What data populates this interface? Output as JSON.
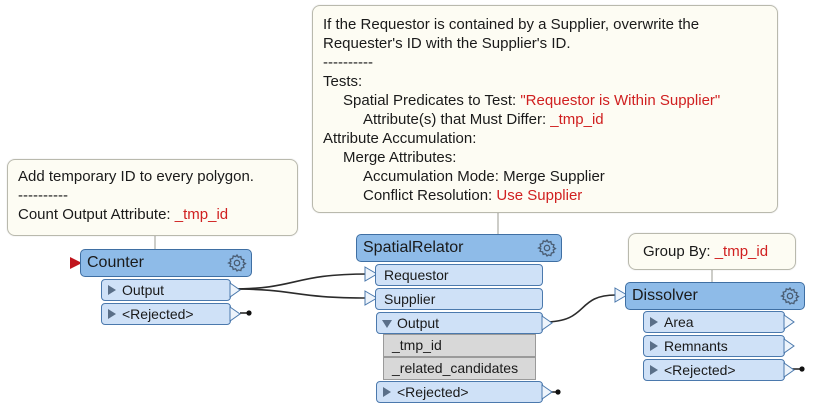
{
  "notes": {
    "counter": {
      "line1": "Add temporary ID to every polygon.",
      "line2": "----------",
      "line3_label": "Count Output Attribute: ",
      "line3_value": "_tmp_id"
    },
    "relator": {
      "line1": "If the Requestor is contained by a Supplier, overwrite the",
      "line2": "Requester's ID with the Supplier's ID.",
      "line3": "----------",
      "line4": "Tests:",
      "line5_label": "Spatial Predicates to Test: ",
      "line5_value": "\"Requestor is Within Supplier\"",
      "line6_label": "Attribute(s) that Must Differ: ",
      "line6_value": "_tmp_id",
      "line7": "Attribute Accumulation:",
      "line8": "Merge Attributes:",
      "line9": "Accumulation Mode: Merge Supplier",
      "line10_label": "Conflict Resolution: ",
      "line10_value": "Use Supplier"
    },
    "dissolver": {
      "label": "Group By: ",
      "value": "_tmp_id"
    }
  },
  "transformers": {
    "counter": {
      "title": "Counter",
      "ports": {
        "output": "Output",
        "rejected": "<Rejected>"
      }
    },
    "spatialrelator": {
      "title": "SpatialRelator",
      "inputs": {
        "requestor": "Requestor",
        "supplier": "Supplier"
      },
      "ports": {
        "output": "Output",
        "rejected": "<Rejected>"
      },
      "attributes": [
        "_tmp_id",
        "_related_candidates"
      ]
    },
    "dissolver": {
      "title": "Dissolver",
      "ports": {
        "area": "Area",
        "remnants": "Remnants",
        "rejected": "<Rejected>"
      }
    }
  },
  "colors": {
    "header": "#8ebbe8",
    "port": "#cfe1f7",
    "attribute": "#d8d8d8",
    "note": "#fdfcf3",
    "value_red": "#d02020",
    "reader_marker": "#c0141c"
  },
  "icons": [
    "gear-icon",
    "expand-triangle-icon",
    "collapse-triangle-icon",
    "input-arrow-icon",
    "connection-start-marker"
  ]
}
